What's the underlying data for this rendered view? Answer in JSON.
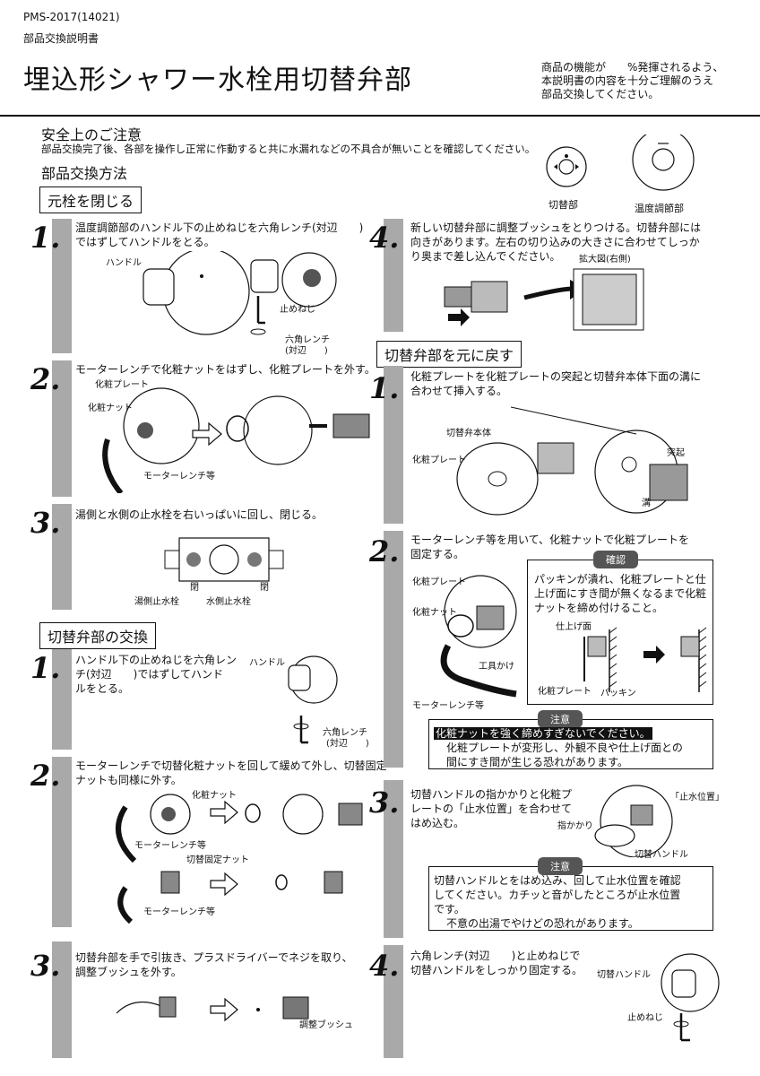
{
  "header": {
    "doc_number": "PMS-2017(14021)",
    "doc_type": "部品交換説明書",
    "title": "埋込形シャワー水栓用切替弁部",
    "intro_line1": "商品の機能が　　%発揮されるよう、",
    "intro_line2": "本説明書の内容を十分ご理解のうえ",
    "intro_line3": "部品交換してください。"
  },
  "safety": {
    "heading": "安全上のご注意",
    "text": "部品交換完了後、各部を操作し正常に作動すると共に水漏れなどの不具合が無いことを確認してください。"
  },
  "method": {
    "heading": "部品交換方法",
    "legend_switch": "切替部",
    "legend_temp": "温度調節部"
  },
  "sections": {
    "close_valve": {
      "title": "元栓を閉じる",
      "steps": [
        {
          "num": "1.",
          "line1": "温度調節部のハンドル下の止めねじを六角レンチ(対辺　　)",
          "line2": "ではずしてハンドルをとる。",
          "labels": {
            "handle": "ハンドル",
            "screw": "止めねじ",
            "wrench": "六角レンチ",
            "wrench_size": "(対辺　　)"
          }
        },
        {
          "num": "2.",
          "line1": "モーターレンチで化粧ナットをはずし、化粧プレートを外す。",
          "labels": {
            "plate": "化粧プレート",
            "nut": "化粧ナット",
            "motor_wrench": "モーターレンチ等"
          }
        },
        {
          "num": "3.",
          "line1": "湯側と水側の止水栓を右いっぱいに回し、閉じる。",
          "labels": {
            "closed_left": "閉",
            "closed_right": "閉",
            "hot_valve": "湯側止水栓",
            "cold_valve": "水側止水栓"
          }
        }
      ]
    },
    "replace": {
      "title": "切替弁部の交換",
      "steps": [
        {
          "num": "1.",
          "line1": "ハンドル下の止めねじを六角レン",
          "line2": "チ(対辺　　)ではずしてハンド",
          "line3": "ルをとる。",
          "labels": {
            "handle": "ハンドル",
            "wrench": "六角レンチ",
            "wrench_size": "(対辺　　)"
          }
        },
        {
          "num": "2.",
          "line1": "モーターレンチで切替化粧ナットを回して緩めて外し、切替固定",
          "line2": "ナットも同様に外す。",
          "labels": {
            "nut": "化粧ナット",
            "motor_wrench_a": "モーターレンチ等",
            "fix_nut": "切替固定ナット",
            "motor_wrench_b": "モーターレンチ等"
          }
        },
        {
          "num": "3.",
          "line1": "切替弁部を手で引抜き、プラスドライバーでネジを取り、",
          "line2": "調整ブッシュを外す。",
          "labels": {
            "bushing": "調整ブッシュ"
          }
        },
        {
          "num": "4.",
          "line1": "新しい切替弁部に調整ブッシュをとりつける。切替弁部には",
          "line2": "向きがあります。左右の切り込みの大きさに合わせてしっか",
          "line3": "り奥まで差し込んでください。",
          "labels": {
            "zoom": "拡大図(右側)"
          }
        }
      ]
    },
    "restore": {
      "title": "切替弁部を元に戻す",
      "steps": [
        {
          "num": "1.",
          "line1": "化粧プレートを化粧プレートの突起と切替弁本体下面の溝に",
          "line2": "合わせて挿入する。",
          "labels": {
            "body": "切替弁本体",
            "plate": "化粧プレート",
            "protrusion": "突起",
            "groove": "溝"
          }
        },
        {
          "num": "2.",
          "line1": "モーターレンチ等を用いて、化粧ナットで化粧プレートを",
          "line2": "固定する。",
          "labels": {
            "plate": "化粧プレート",
            "nut": "化粧ナット",
            "tool": "工具かけ",
            "motor_wrench": "モーターレンチ等"
          },
          "confirm": {
            "label": "確認",
            "line1": "パッキンが潰れ、化粧プレートと仕",
            "line2": "上げ面にすき間が無くなるまで化粧",
            "line3": "ナットを締め付けること。",
            "finish_surface": "仕上げ面",
            "plate": "化粧プレート",
            "packing": "パッキン"
          },
          "caution": {
            "label": "注意",
            "line1": "化粧ナットを強く締めすぎないでください。",
            "line2": "化粧プレートが変形し、外観不良や仕上げ面との",
            "line3": "間にすき間が生じる恐れがあります。"
          }
        },
        {
          "num": "3.",
          "line1": "切替ハンドルの指かかりと化粧プ",
          "line2": "レートの「止水位置」を合わせて",
          "line3": "はめ込む。",
          "labels": {
            "stop_pos": "「止水位置」",
            "finger": "指かかり",
            "switch_handle": "切替ハンドル"
          },
          "caution": {
            "label": "注意",
            "line1": "切替ハンドルとをはめ込み、回して止水位置を確認",
            "line2": "してください。カチッと音がしたところが止水位置",
            "line3": "です。",
            "line4": "不意の出湯でやけどの恐れがあります。"
          }
        },
        {
          "num": "4.",
          "line1": "六角レンチ(対辺　　)と止めねじで",
          "line2": "切替ハンドルをしっかり固定する。",
          "labels": {
            "switch_handle": "切替ハンドル",
            "screw": "止めねじ"
          }
        }
      ]
    }
  }
}
